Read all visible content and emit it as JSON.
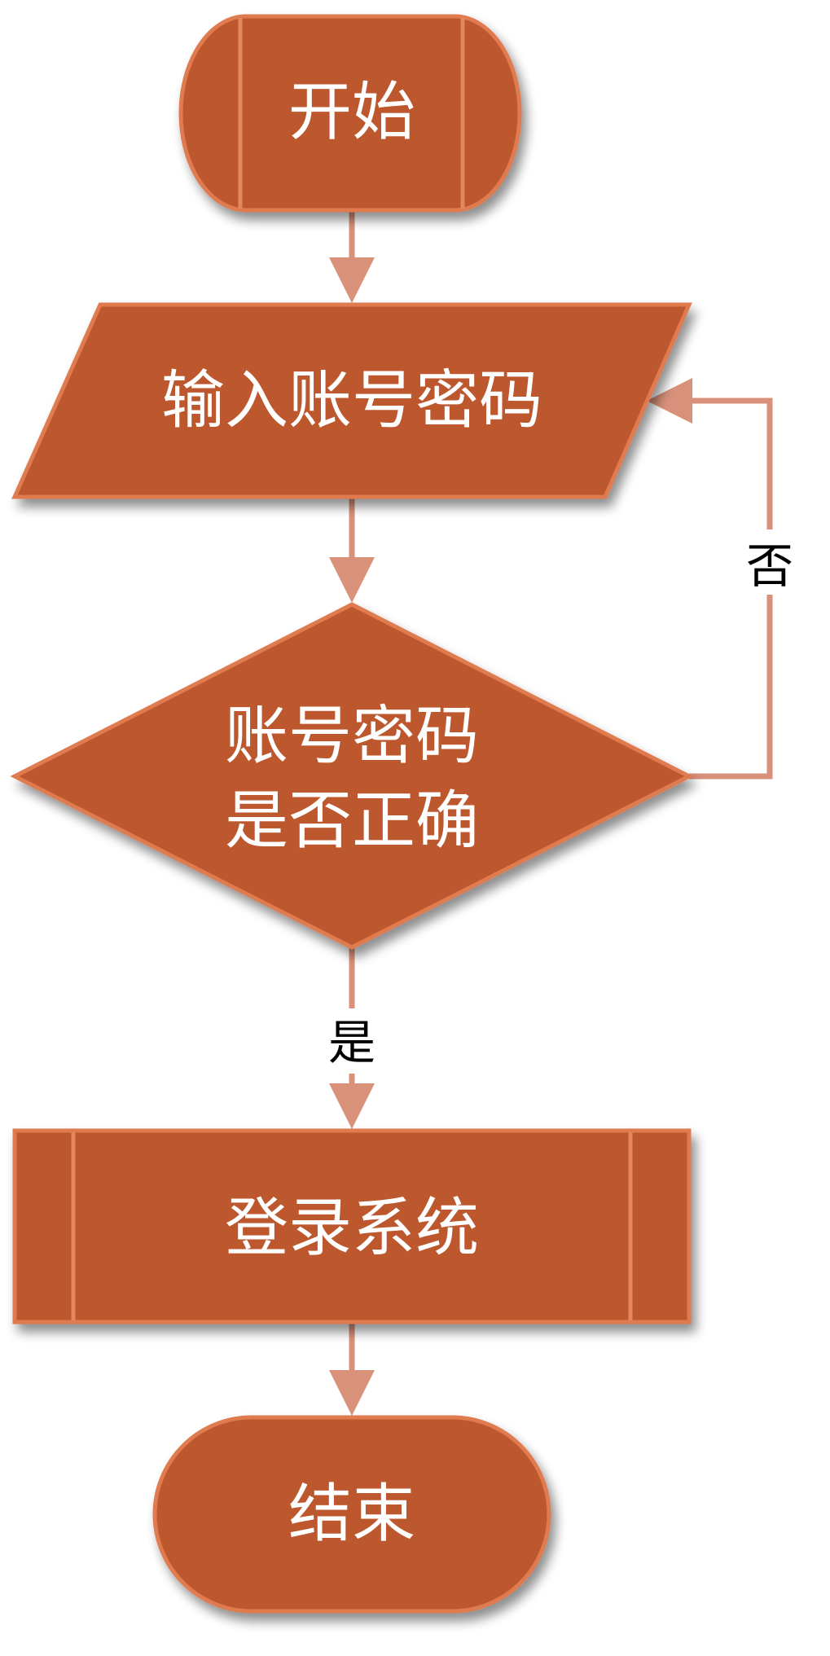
{
  "colors": {
    "fill": "#bd582f",
    "border": "#e07a4f",
    "inner_line": "#e5875c",
    "connector": "#d9917a",
    "arrow": "#d9917a",
    "node_text": "#ffffff",
    "edge_text": "#000000"
  },
  "nodes": {
    "start": {
      "label": "开始"
    },
    "input": {
      "label": "输入账号密码"
    },
    "decision": {
      "line1": "账号密码",
      "line2": "是否正确"
    },
    "login": {
      "label": "登录系统"
    },
    "end": {
      "label": "结束"
    }
  },
  "edges": {
    "no": {
      "label": "否"
    },
    "yes": {
      "label": "是"
    }
  }
}
